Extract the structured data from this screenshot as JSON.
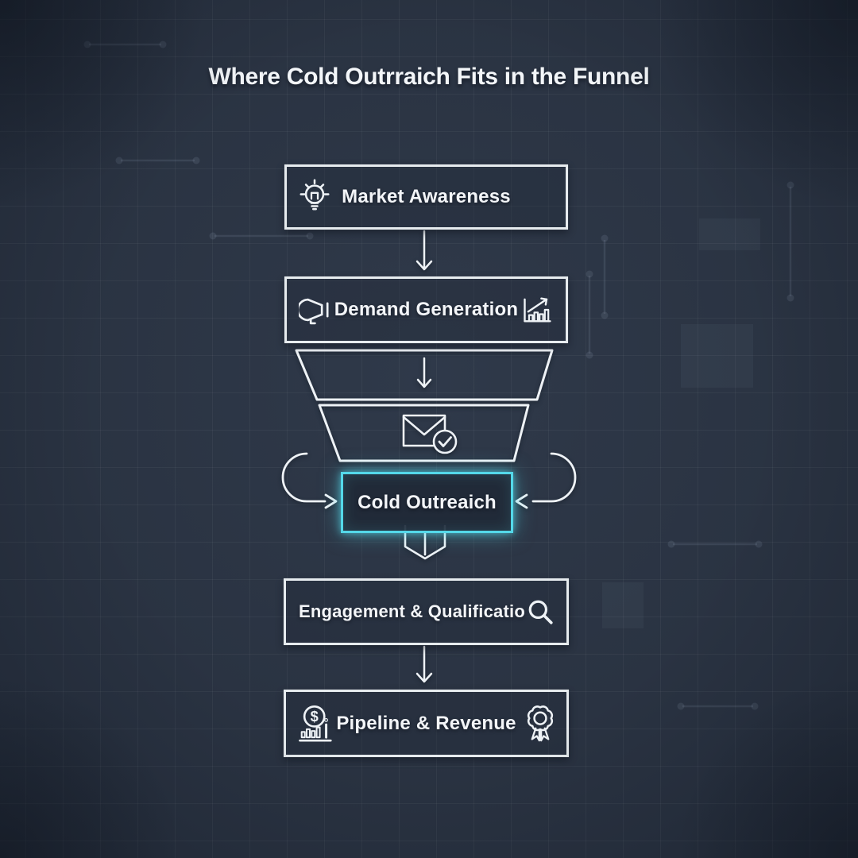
{
  "title": "Where Cold Outrraich Fits in the Funnel",
  "colors": {
    "background": "#2a3342",
    "outline_white": "#eef2f6",
    "highlight_cyan": "#54d8e9"
  },
  "stages": {
    "market": {
      "label": "Market Awareness",
      "icons": [
        "lightbulb-idea-icon"
      ]
    },
    "demand": {
      "label": "Demand Generation",
      "icons": [
        "megaphone-icon",
        "growth-chart-icon"
      ]
    },
    "funnel": {
      "icons": [
        "down-arrow-icon",
        "email-check-icon"
      ]
    },
    "cold": {
      "label": "Cold Outreaich",
      "highlighted": true,
      "icons": [
        "loop-arrow-left-icon",
        "loop-arrow-right-icon",
        "hollow-down-arrow-icon"
      ]
    },
    "engagement": {
      "label": "Engagement & Qualificatio",
      "icons": [
        "magnifier-icon"
      ]
    },
    "pipeline": {
      "label": "Pipeline & Revenue",
      "icons": [
        "dollar-chart-icon",
        "award-ribbon-icon"
      ]
    }
  }
}
